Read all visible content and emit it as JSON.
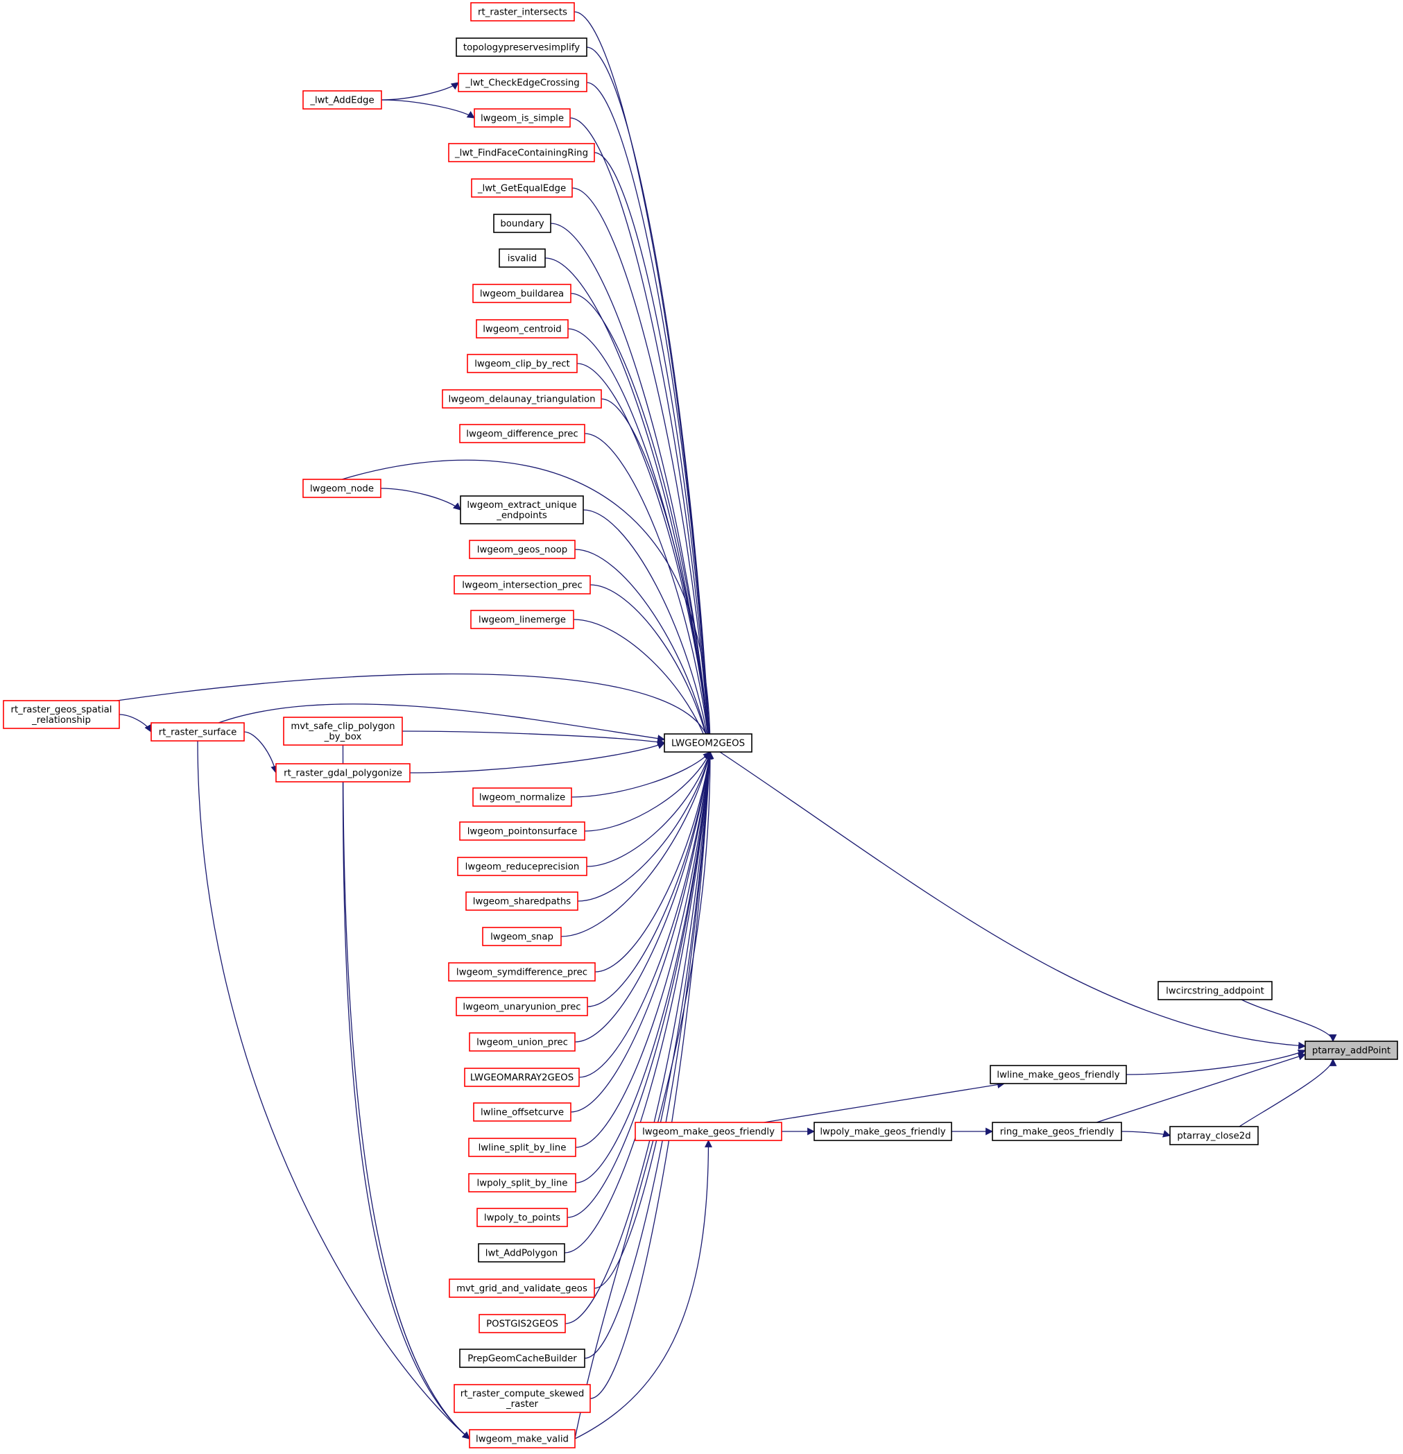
{
  "colors": {
    "edge": "#191970",
    "border_red": "#ff0000",
    "border_black": "#000000",
    "root_fill": "#bfbfbf"
  },
  "nodes": {
    "ptarray_addPoint": {
      "lines": [
        "ptarray_addPoint"
      ],
      "style": "root"
    },
    "lwcircstring_addpoint": {
      "lines": [
        "lwcircstring_addpoint"
      ],
      "style": "black"
    },
    "LWGEOM2GEOS": {
      "lines": [
        "LWGEOM2GEOS"
      ],
      "style": "black"
    },
    "lwline_make_geos_friendly": {
      "lines": [
        "lwline_make_geos_friendly"
      ],
      "style": "black"
    },
    "ring_make_geos_friendly": {
      "lines": [
        "ring_make_geos_friendly"
      ],
      "style": "black"
    },
    "ptarray_close2d": {
      "lines": [
        "ptarray_close2d"
      ],
      "style": "black"
    },
    "lwpoly_make_geos_friendly": {
      "lines": [
        "lwpoly_make_geos_friendly"
      ],
      "style": "black"
    },
    "lwgeom_make_geos_friendly": {
      "lines": [
        "lwgeom_make_geos_friendly"
      ],
      "style": "red"
    },
    "rt_raster_intersects": {
      "lines": [
        "rt_raster_intersects"
      ],
      "style": "red"
    },
    "topologypreservesimplify": {
      "lines": [
        "topologypreservesimplify"
      ],
      "style": "black"
    },
    "_lwt_CheckEdgeCrossing": {
      "lines": [
        "_lwt_CheckEdgeCrossing"
      ],
      "style": "red"
    },
    "lwgeom_is_simple": {
      "lines": [
        "lwgeom_is_simple"
      ],
      "style": "red"
    },
    "_lwt_FindFaceContainingRing": {
      "lines": [
        "_lwt_FindFaceContainingRing"
      ],
      "style": "red"
    },
    "_lwt_GetEqualEdge": {
      "lines": [
        "_lwt_GetEqualEdge"
      ],
      "style": "red"
    },
    "boundary": {
      "lines": [
        "boundary"
      ],
      "style": "black"
    },
    "isvalid": {
      "lines": [
        "isvalid"
      ],
      "style": "black"
    },
    "lwgeom_buildarea": {
      "lines": [
        "lwgeom_buildarea"
      ],
      "style": "red"
    },
    "lwgeom_centroid": {
      "lines": [
        "lwgeom_centroid"
      ],
      "style": "red"
    },
    "lwgeom_clip_by_rect": {
      "lines": [
        "lwgeom_clip_by_rect"
      ],
      "style": "red"
    },
    "lwgeom_delaunay_triangulation": {
      "lines": [
        "lwgeom_delaunay_triangulation"
      ],
      "style": "red"
    },
    "lwgeom_difference_prec": {
      "lines": [
        "lwgeom_difference_prec"
      ],
      "style": "red"
    },
    "lwgeom_extract_unique_endpoints": {
      "lines": [
        "lwgeom_extract_unique",
        "_endpoints"
      ],
      "style": "black"
    },
    "lwgeom_geos_noop": {
      "lines": [
        "lwgeom_geos_noop"
      ],
      "style": "red"
    },
    "lwgeom_intersection_prec": {
      "lines": [
        "lwgeom_intersection_prec"
      ],
      "style": "red"
    },
    "lwgeom_linemerge": {
      "lines": [
        "lwgeom_linemerge"
      ],
      "style": "red"
    },
    "mvt_safe_clip_polygon_by_box": {
      "lines": [
        "mvt_safe_clip_polygon",
        "_by_box"
      ],
      "style": "red"
    },
    "rt_raster_gdal_polygonize": {
      "lines": [
        "rt_raster_gdal_polygonize"
      ],
      "style": "red"
    },
    "lwgeom_normalize": {
      "lines": [
        "lwgeom_normalize"
      ],
      "style": "red"
    },
    "lwgeom_pointonsurface": {
      "lines": [
        "lwgeom_pointonsurface"
      ],
      "style": "red"
    },
    "lwgeom_reduceprecision": {
      "lines": [
        "lwgeom_reduceprecision"
      ],
      "style": "red"
    },
    "lwgeom_sharedpaths": {
      "lines": [
        "lwgeom_sharedpaths"
      ],
      "style": "red"
    },
    "lwgeom_snap": {
      "lines": [
        "lwgeom_snap"
      ],
      "style": "red"
    },
    "lwgeom_symdifference_prec": {
      "lines": [
        "lwgeom_symdifference_prec"
      ],
      "style": "red"
    },
    "lwgeom_unaryunion_prec": {
      "lines": [
        "lwgeom_unaryunion_prec"
      ],
      "style": "red"
    },
    "lwgeom_union_prec": {
      "lines": [
        "lwgeom_union_prec"
      ],
      "style": "red"
    },
    "LWGEOMARRAY2GEOS": {
      "lines": [
        "LWGEOMARRAY2GEOS"
      ],
      "style": "red"
    },
    "lwline_offsetcurve": {
      "lines": [
        "lwline_offsetcurve"
      ],
      "style": "red"
    },
    "lwline_split_by_line": {
      "lines": [
        "lwline_split_by_line"
      ],
      "style": "red"
    },
    "lwpoly_split_by_line": {
      "lines": [
        "lwpoly_split_by_line"
      ],
      "style": "red"
    },
    "lwpoly_to_points": {
      "lines": [
        "lwpoly_to_points"
      ],
      "style": "red"
    },
    "lwt_AddPolygon": {
      "lines": [
        "lwt_AddPolygon"
      ],
      "style": "black"
    },
    "mvt_grid_and_validate_geos": {
      "lines": [
        "mvt_grid_and_validate_geos"
      ],
      "style": "red"
    },
    "POSTGIS2GEOS": {
      "lines": [
        "POSTGIS2GEOS"
      ],
      "style": "red"
    },
    "PrepGeomCacheBuilder": {
      "lines": [
        "PrepGeomCacheBuilder"
      ],
      "style": "black"
    },
    "rt_raster_compute_skewed_raster": {
      "lines": [
        "rt_raster_compute_skewed",
        "_raster"
      ],
      "style": "red"
    },
    "lwgeom_make_valid": {
      "lines": [
        "lwgeom_make_valid"
      ],
      "style": "red"
    },
    "_lwt_AddEdge": {
      "lines": [
        "_lwt_AddEdge"
      ],
      "style": "red"
    },
    "lwgeom_node": {
      "lines": [
        "lwgeom_node"
      ],
      "style": "red"
    },
    "rt_raster_geos_spatial_relationship": {
      "lines": [
        "rt_raster_geos_spatial",
        "_relationship"
      ],
      "style": "red"
    },
    "rt_raster_surface": {
      "lines": [
        "rt_raster_surface"
      ],
      "style": "red"
    }
  },
  "edges": [
    [
      "lwcircstring_addpoint",
      "ptarray_addPoint"
    ],
    [
      "LWGEOM2GEOS",
      "ptarray_addPoint"
    ],
    [
      "lwline_make_geos_friendly",
      "ptarray_addPoint"
    ],
    [
      "ring_make_geos_friendly",
      "ptarray_addPoint"
    ],
    [
      "ptarray_close2d",
      "ptarray_addPoint"
    ],
    [
      "ring_make_geos_friendly",
      "ptarray_close2d"
    ],
    [
      "lwpoly_make_geos_friendly",
      "ring_make_geos_friendly"
    ],
    [
      "lwgeom_make_geos_friendly",
      "lwpoly_make_geos_friendly"
    ],
    [
      "lwgeom_make_geos_friendly",
      "lwline_make_geos_friendly"
    ],
    [
      "lwgeom_make_valid",
      "lwgeom_make_geos_friendly"
    ],
    [
      "rt_raster_intersects",
      "LWGEOM2GEOS"
    ],
    [
      "topologypreservesimplify",
      "LWGEOM2GEOS"
    ],
    [
      "_lwt_CheckEdgeCrossing",
      "LWGEOM2GEOS"
    ],
    [
      "lwgeom_is_simple",
      "LWGEOM2GEOS"
    ],
    [
      "_lwt_FindFaceContainingRing",
      "LWGEOM2GEOS"
    ],
    [
      "_lwt_GetEqualEdge",
      "LWGEOM2GEOS"
    ],
    [
      "boundary",
      "LWGEOM2GEOS"
    ],
    [
      "isvalid",
      "LWGEOM2GEOS"
    ],
    [
      "lwgeom_buildarea",
      "LWGEOM2GEOS"
    ],
    [
      "lwgeom_centroid",
      "LWGEOM2GEOS"
    ],
    [
      "lwgeom_clip_by_rect",
      "LWGEOM2GEOS"
    ],
    [
      "lwgeom_delaunay_triangulation",
      "LWGEOM2GEOS"
    ],
    [
      "lwgeom_difference_prec",
      "LWGEOM2GEOS"
    ],
    [
      "lwgeom_node",
      "LWGEOM2GEOS"
    ],
    [
      "lwgeom_extract_unique_endpoints",
      "LWGEOM2GEOS"
    ],
    [
      "lwgeom_geos_noop",
      "LWGEOM2GEOS"
    ],
    [
      "lwgeom_intersection_prec",
      "LWGEOM2GEOS"
    ],
    [
      "lwgeom_linemerge",
      "LWGEOM2GEOS"
    ],
    [
      "rt_raster_geos_spatial_relationship",
      "LWGEOM2GEOS"
    ],
    [
      "rt_raster_surface",
      "LWGEOM2GEOS"
    ],
    [
      "mvt_safe_clip_polygon_by_box",
      "LWGEOM2GEOS"
    ],
    [
      "rt_raster_gdal_polygonize",
      "LWGEOM2GEOS"
    ],
    [
      "lwgeom_normalize",
      "LWGEOM2GEOS"
    ],
    [
      "lwgeom_pointonsurface",
      "LWGEOM2GEOS"
    ],
    [
      "lwgeom_reduceprecision",
      "LWGEOM2GEOS"
    ],
    [
      "lwgeom_sharedpaths",
      "LWGEOM2GEOS"
    ],
    [
      "lwgeom_snap",
      "LWGEOM2GEOS"
    ],
    [
      "lwgeom_symdifference_prec",
      "LWGEOM2GEOS"
    ],
    [
      "lwgeom_unaryunion_prec",
      "LWGEOM2GEOS"
    ],
    [
      "lwgeom_union_prec",
      "LWGEOM2GEOS"
    ],
    [
      "LWGEOMARRAY2GEOS",
      "LWGEOM2GEOS"
    ],
    [
      "lwline_offsetcurve",
      "LWGEOM2GEOS"
    ],
    [
      "lwline_split_by_line",
      "LWGEOM2GEOS"
    ],
    [
      "lwpoly_split_by_line",
      "LWGEOM2GEOS"
    ],
    [
      "lwpoly_to_points",
      "LWGEOM2GEOS"
    ],
    [
      "lwt_AddPolygon",
      "LWGEOM2GEOS"
    ],
    [
      "mvt_grid_and_validate_geos",
      "LWGEOM2GEOS"
    ],
    [
      "POSTGIS2GEOS",
      "LWGEOM2GEOS"
    ],
    [
      "PrepGeomCacheBuilder",
      "LWGEOM2GEOS"
    ],
    [
      "rt_raster_compute_skewed_raster",
      "LWGEOM2GEOS"
    ],
    [
      "lwgeom_make_valid",
      "LWGEOM2GEOS"
    ],
    [
      "_lwt_AddEdge",
      "_lwt_CheckEdgeCrossing"
    ],
    [
      "_lwt_AddEdge",
      "lwgeom_is_simple"
    ],
    [
      "lwgeom_node",
      "lwgeom_extract_unique_endpoints"
    ],
    [
      "rt_raster_geos_spatial_relationship",
      "rt_raster_surface"
    ],
    [
      "rt_raster_surface",
      "rt_raster_gdal_polygonize"
    ],
    [
      "rt_raster_surface",
      "lwgeom_make_valid"
    ],
    [
      "mvt_safe_clip_polygon_by_box",
      "lwgeom_make_valid"
    ],
    [
      "rt_raster_gdal_polygonize",
      "lwgeom_make_valid"
    ]
  ]
}
